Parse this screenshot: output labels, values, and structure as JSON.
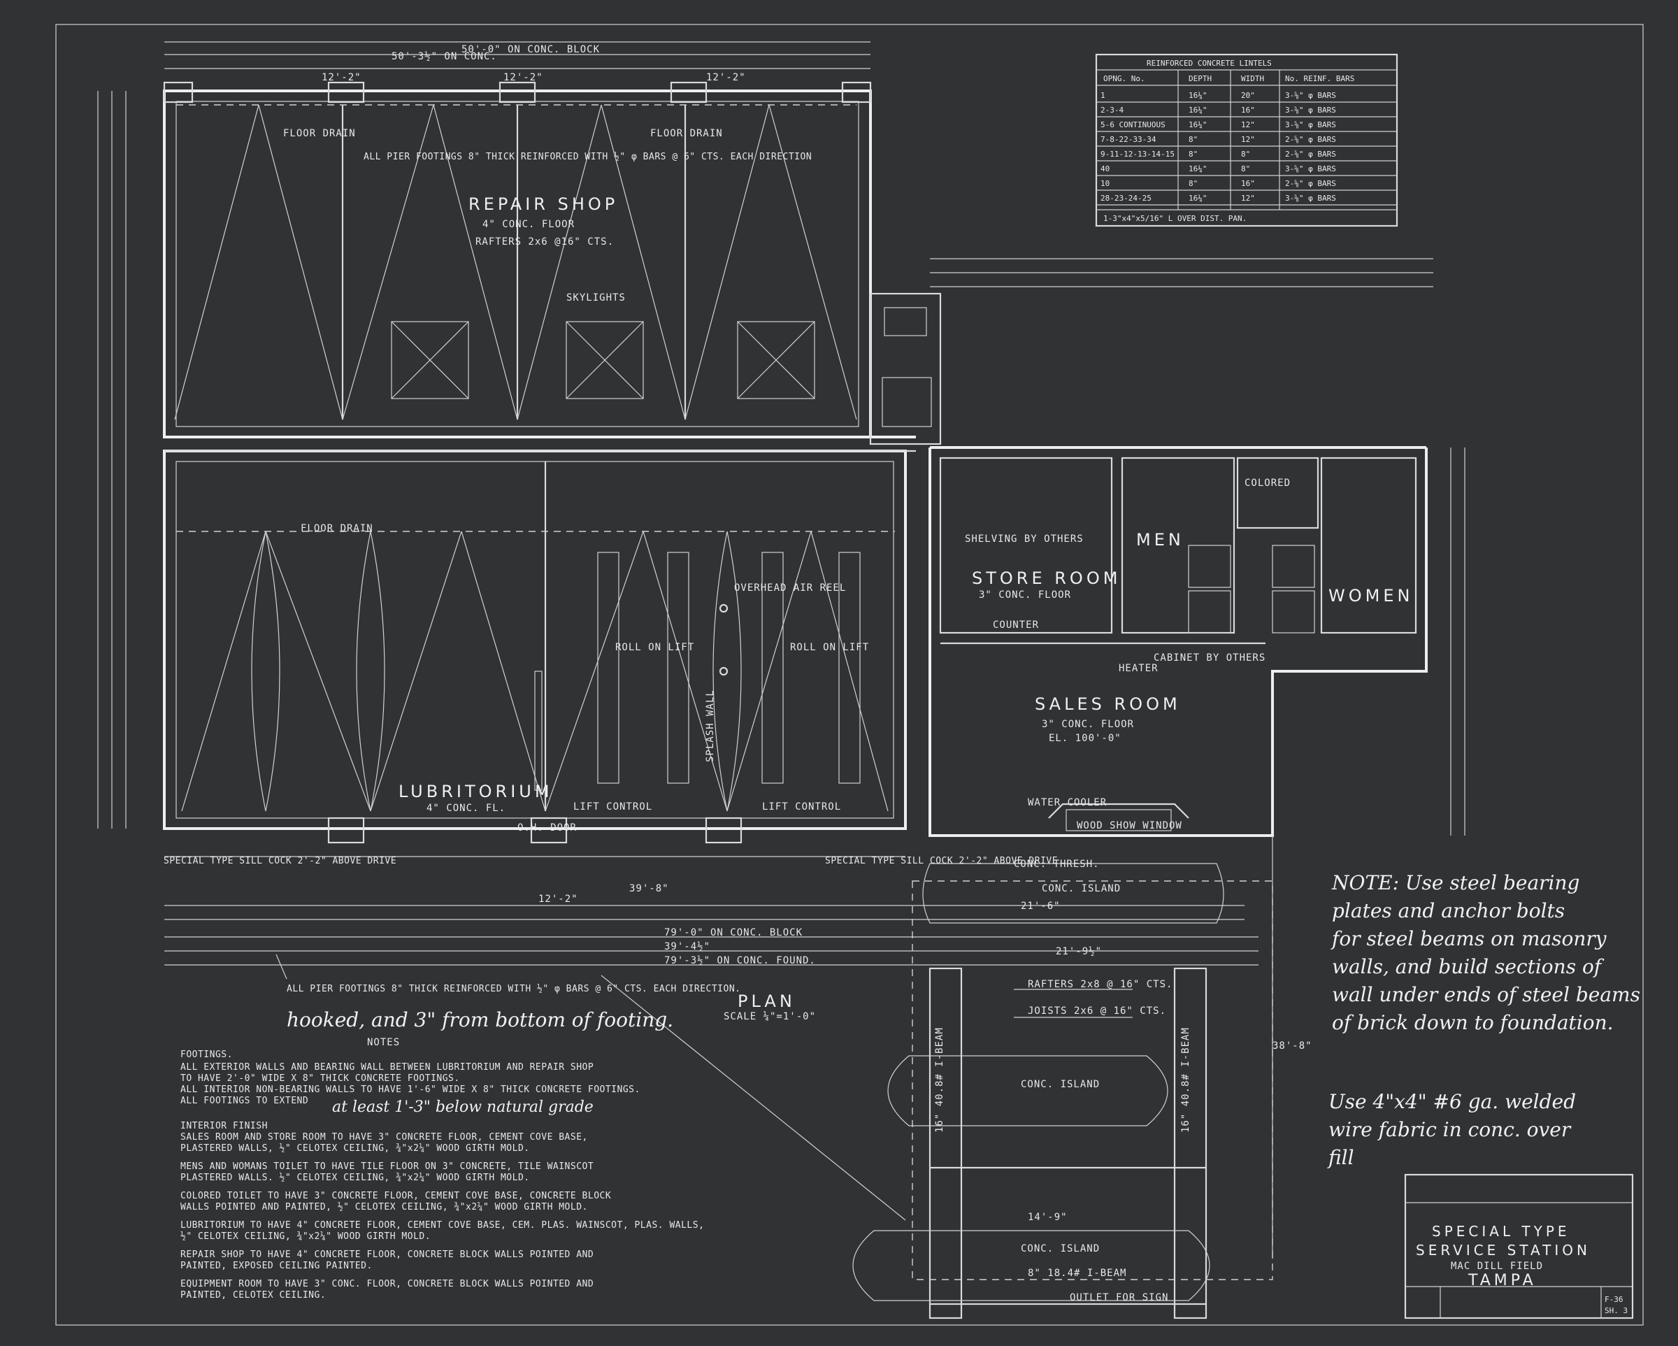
{
  "lintels": {
    "title": "REINFORCED CONCRETE LINTELS",
    "headers": [
      "OPNG. No.",
      "DEPTH",
      "WIDTH",
      "No. REINF. BARS"
    ],
    "rows": [
      [
        "1",
        "16¼\"",
        "20\"",
        "3-⅝\" φ BARS"
      ],
      [
        "2-3-4",
        "16¼\"",
        "16\"",
        "3-⅝\" φ BARS"
      ],
      [
        "5-6 CONTINUOUS",
        "16¼\"",
        "12\"",
        "3-⅝\" φ BARS"
      ],
      [
        "7-8-22-33-34",
        "8\"",
        "12\"",
        "2-⅝\" φ BARS"
      ],
      [
        "9-11-12-13-14-15",
        "8\"",
        "8\"",
        "2-⅝\" φ BARS"
      ],
      [
        "40",
        "16¼\"",
        "8\"",
        "3-⅝\" φ BARS"
      ],
      [
        "10",
        "8\"",
        "16\"",
        "2-⅝\" φ BARS"
      ],
      [
        "28-23-24-25",
        "16¼\"",
        "12\"",
        "3-⅝\" φ BARS"
      ]
    ],
    "footer": "1-3\"x4\"x5/16\" L OVER DIST. PAN."
  },
  "rooms": {
    "repair_shop": "REPAIR SHOP",
    "repair_floor": "4\" CONC. FLOOR",
    "lubritorium": "LUBRITORIUM",
    "lubritorium_floor": "4\" CONC. FL.",
    "store_room": "STORE ROOM",
    "store_floor": "3\" CONC. FLOOR",
    "sales_room": "SALES ROOM",
    "sales_floor": "3\" CONC. FLOOR",
    "sales_el": "EL. 100'-0\"",
    "men": "MEN",
    "women": "WOMEN",
    "colored": "COLORED",
    "conc_island_1": "CONC. ISLAND",
    "conc_island_2": "CONC. ISLAND",
    "conc_island_3": "CONC. ISLAND",
    "wood_show_window": "WOOD SHOW WINDOW"
  },
  "labels": {
    "floor_drain_1": "FLOOR DRAIN",
    "floor_drain_2": "FLOOR DRAIN",
    "floor_drain_3": "FLOOR DRAIN",
    "skylights": "SKYLIGHTS",
    "rafters": "RAFTERS 2x6 @16\" CTS.",
    "pier_footings_top": "ALL PIER FOOTINGS 8\" THICK REINFORCED WITH ½\" φ BARS @ 6\" CTS. EACH DIRECTION",
    "splash_wall": "SPLASH WALL",
    "roll_on_lift_1": "ROLL ON LIFT",
    "roll_on_lift_2": "ROLL ON LIFT",
    "lift_control_1": "LIFT CONTROL",
    "lift_control_2": "LIFT CONTROL",
    "oh_door": "O.H. DOOR",
    "special_type_left": "SPECIAL TYPE SILL COCK 2'-2\" ABOVE DRIVE",
    "special_type_right": "SPECIAL TYPE SILL COCK 2'-2\" ABOVE DRIVE",
    "conc_thresh": "CONC. THRESH.",
    "counter": "COUNTER",
    "water_cooler": "WATER COOLER",
    "shelving": "SHELVING BY OTHERS",
    "heater": "HEATER",
    "cabinet": "CABINET BY OTHERS",
    "overhead_air": "OVERHEAD AIR REEL",
    "dim_39_8": "39'-8\"",
    "dim_79_0": "79'-0\" ON CONC. BLOCK",
    "dim_39_4": "39'-4½\"",
    "dim_79_3": "79'-3½\" ON CONC. FOUND.",
    "dim_50_0": "50'-0\" ON CONC. BLOCK",
    "dim_50_3": "50'-3½\" ON CONC.",
    "dim_12_2a": "12'-2\"",
    "dim_12_2b": "12'-2\"",
    "dim_12_2c": "12'-2\"",
    "dim_12_2d": "12'-2\"",
    "dim_14_9": "14'-9\"",
    "dim_21_6": "21'-6\"",
    "dim_21_9": "21'-9½\"",
    "dim_38_8": "38'-8\"",
    "rafters_canopy": "RAFTERS 2x8 @ 16\" CTS.",
    "joists_canopy": "JOISTS 2x6 @ 16\" CTS.",
    "i_beam_left": "16\" 40.8# I-BEAM",
    "i_beam_right": "16\" 40.8# I-BEAM",
    "i_beam_bottom": "8\" 18.4# I-BEAM",
    "outlet": "OUTLET FOR SIGN"
  },
  "pier_note": {
    "text": "ALL PIER FOOTINGS 8\" THICK REINFORCED WITH ½\" φ BARS @ 6\" CTS. EACH DIRECTION.",
    "handwritten": "hooked, and 3\" from bottom of footing."
  },
  "plan": {
    "title": "PLAN",
    "scale": "SCALE ¼\"=1'-0\""
  },
  "notes": {
    "title": "NOTES",
    "footings_head": "FOOTINGS.",
    "footings_1": "ALL EXTERIOR WALLS AND BEARING WALL BETWEEN LUBRITORIUM AND REPAIR SHOP",
    "footings_2": "TO HAVE 2'-0\" WIDE X 8\" THICK CONCRETE FOOTINGS.",
    "footings_3": "ALL INTERIOR NON-BEARING WALLS TO HAVE 1'-6\" WIDE X 8\" THICK CONCRETE FOOTINGS.",
    "footings_4": "ALL FOOTINGS TO EXTEND",
    "footings_hand": "at least 1'-3\" below natural grade",
    "interior_head": "INTERIOR FINISH",
    "interior_1": "SALES ROOM AND STORE ROOM TO HAVE 3\" CONCRETE FLOOR, CEMENT COVE BASE,",
    "interior_2": "PLASTERED WALLS, ½\" CELOTEX CEILING, ¾\"x2¼\" WOOD GIRTH MOLD.",
    "mens_1": "MENS AND WOMANS TOILET TO HAVE TILE FLOOR ON 3\" CONCRETE, TILE WAINSCOT",
    "mens_2": "PLASTERED WALLS. ½\" CELOTEX CEILING, ¾\"x2¼\" WOOD GIRTH MOLD.",
    "colored_1": "COLORED TOILET TO HAVE 3\" CONCRETE FLOOR, CEMENT COVE BASE, CONCRETE BLOCK",
    "colored_2": "WALLS POINTED AND PAINTED, ½\" CELOTEX CEILING, ¾\"x2¼\" WOOD GIRTH MOLD.",
    "lub_1": "LUBRITORIUM TO HAVE 4\" CONCRETE FLOOR, CEMENT COVE BASE, CEM. PLAS. WAINSCOT, PLAS. WALLS,",
    "lub_2": "½\" CELOTEX CEILING, ¾\"x2¼\" WOOD GIRTH MOLD.",
    "repair_1": "REPAIR SHOP TO HAVE 4\" CONCRETE FLOOR, CONCRETE BLOCK WALLS POINTED AND",
    "repair_2": "PAINTED, EXPOSED CEILING PAINTED.",
    "equip_1": "EQUIPMENT ROOM TO HAVE 3\" CONC. FLOOR, CONCRETE BLOCK WALLS POINTED AND",
    "equip_2": "PAINTED, CELOTEX CEILING."
  },
  "hand_note_1": {
    "l1": "NOTE: Use steel bearing",
    "l2": "plates and anchor bolts",
    "l3": "for steel beams on masonry",
    "l4": "walls, and build sections of",
    "l5": "wall under ends of steel beams",
    "l6": "of brick down to foundation."
  },
  "hand_note_2": {
    "l1": "Use 4\"x4\" #6 ga. welded",
    "l2": "wire fabric in conc. over",
    "l3": "fill"
  },
  "title_block": {
    "line1": "SPECIAL TYPE",
    "line2": "SERVICE STATION",
    "line3": "MAC DILL FIELD",
    "line4": "TAMPA",
    "sheet": "F-36",
    "sheet_no": "SH. 3"
  }
}
